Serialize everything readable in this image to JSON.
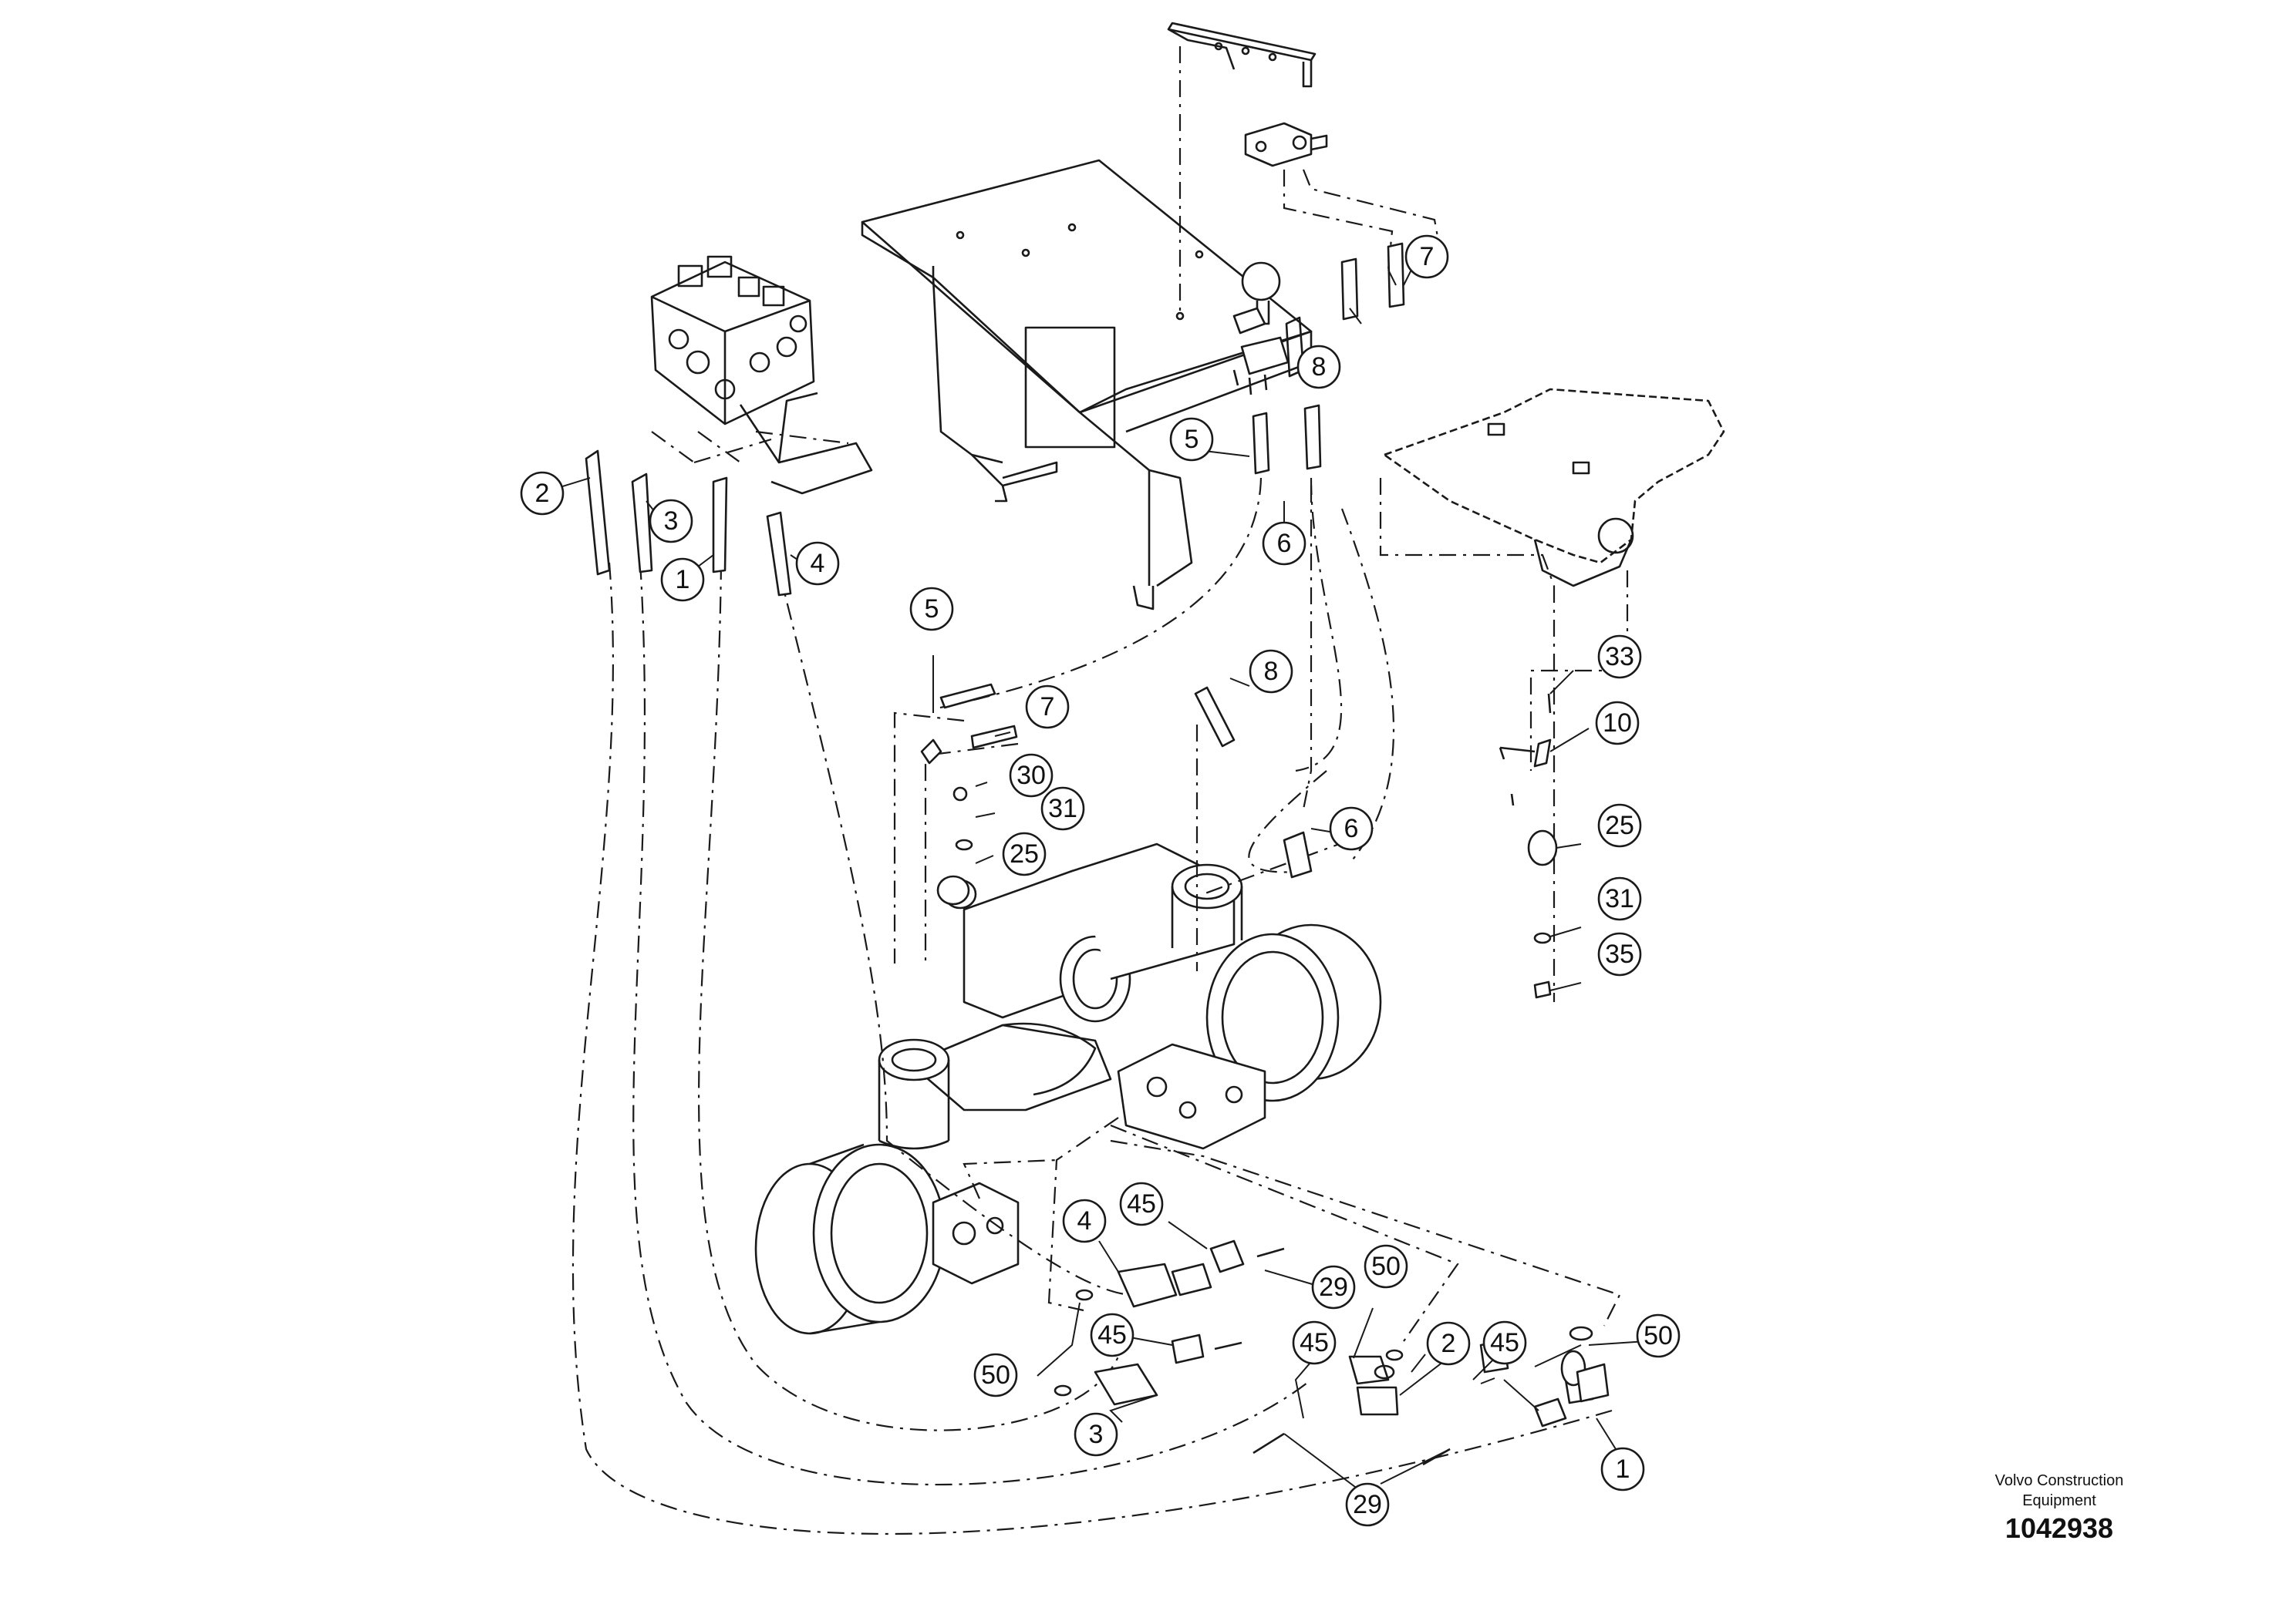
{
  "callouts": [
    {
      "label": "7"
    },
    {
      "label": "8"
    },
    {
      "label": "5"
    },
    {
      "label": "6"
    },
    {
      "label": "2"
    },
    {
      "label": "3"
    },
    {
      "label": "1"
    },
    {
      "label": "4"
    },
    {
      "label": "5"
    },
    {
      "label": "8"
    },
    {
      "label": "7"
    },
    {
      "label": "30"
    },
    {
      "label": "31"
    },
    {
      "label": "25"
    },
    {
      "label": "6"
    },
    {
      "label": "33"
    },
    {
      "label": "10"
    },
    {
      "label": "25"
    },
    {
      "label": "31"
    },
    {
      "label": "35"
    },
    {
      "label": "4"
    },
    {
      "label": "45"
    },
    {
      "label": "29"
    },
    {
      "label": "50"
    },
    {
      "label": "45"
    },
    {
      "label": "45"
    },
    {
      "label": "2"
    },
    {
      "label": "45"
    },
    {
      "label": "50"
    },
    {
      "label": "50"
    },
    {
      "label": "3"
    },
    {
      "label": "1"
    },
    {
      "label": "29"
    }
  ],
  "caption": {
    "brand_line1": "Volvo Construction",
    "brand_line2": "Equipment",
    "drawing_number": "1042938"
  }
}
